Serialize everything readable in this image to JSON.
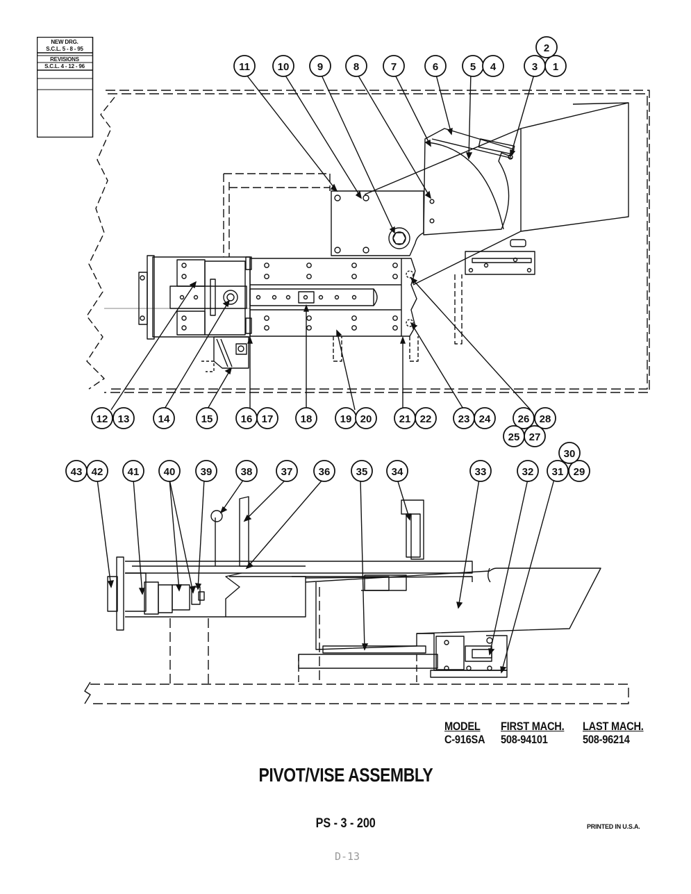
{
  "title_block": {
    "new_drg_label": "NEW DRG.",
    "new_drg_value": "S.C.L. 5 - 8 - 95",
    "revisions_label": "REVISIONS",
    "revisions_value": "S.C.L. 4 - 12 - 96"
  },
  "callouts": [
    "1",
    "2",
    "3",
    "4",
    "5",
    "6",
    "7",
    "8",
    "9",
    "10",
    "11",
    "12",
    "13",
    "14",
    "15",
    "16",
    "17",
    "18",
    "19",
    "20",
    "21",
    "22",
    "23",
    "24",
    "25",
    "26",
    "27",
    "28",
    "29",
    "30",
    "31",
    "32",
    "33",
    "34",
    "35",
    "36",
    "37",
    "38",
    "39",
    "40",
    "41",
    "42",
    "43"
  ],
  "model_table": {
    "headers": [
      "MODEL",
      "FIRST MACH.",
      "LAST MACH."
    ],
    "row": [
      "C-916SA",
      "508-94101",
      "508-96214"
    ]
  },
  "title": "PIVOT/VISE ASSEMBLY",
  "page_number": "PS - 3 - 200",
  "printed": "PRINTED IN U.S.A.",
  "footer_code": "D-13"
}
